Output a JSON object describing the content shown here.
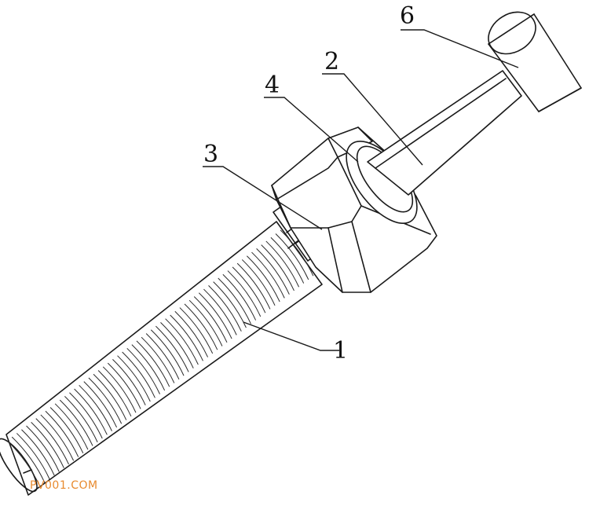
{
  "parts": [
    {
      "id": "p1",
      "label": "1"
    },
    {
      "id": "p2",
      "label": "2"
    },
    {
      "id": "p3",
      "label": "3"
    },
    {
      "id": "p4",
      "label": "4"
    },
    {
      "id": "p6",
      "label": "6"
    }
  ],
  "watermark": {
    "text": "PV001.COM",
    "color": "#e88a2e"
  },
  "colors": {
    "line": "#1a1a1a",
    "background": "#ffffff"
  }
}
